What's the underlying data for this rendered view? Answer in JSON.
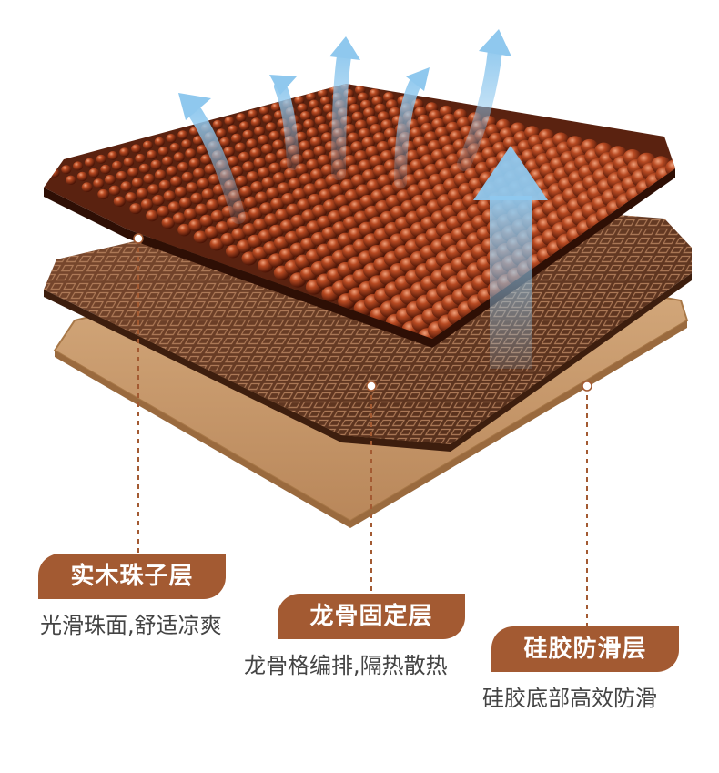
{
  "layers": [
    {
      "title": "实木珠子层",
      "description": "光滑珠面,舒适凉爽"
    },
    {
      "title": "龙骨固定层",
      "description": "龙骨格编排,隔热散热"
    },
    {
      "title": "硅胶防滑层",
      "description": "硅胶底部高效防滑"
    }
  ],
  "colors": {
    "badge": "#a35a32",
    "bead_base": "#7a2a10",
    "bead_highlight": "#d4623a",
    "grid_layer": "#6a3e28",
    "silicone_layer": "#c89a6a",
    "airflow": "#8fc8ee",
    "connector": "#a35a32"
  },
  "icons": [
    "airflow-arrow-icon"
  ]
}
